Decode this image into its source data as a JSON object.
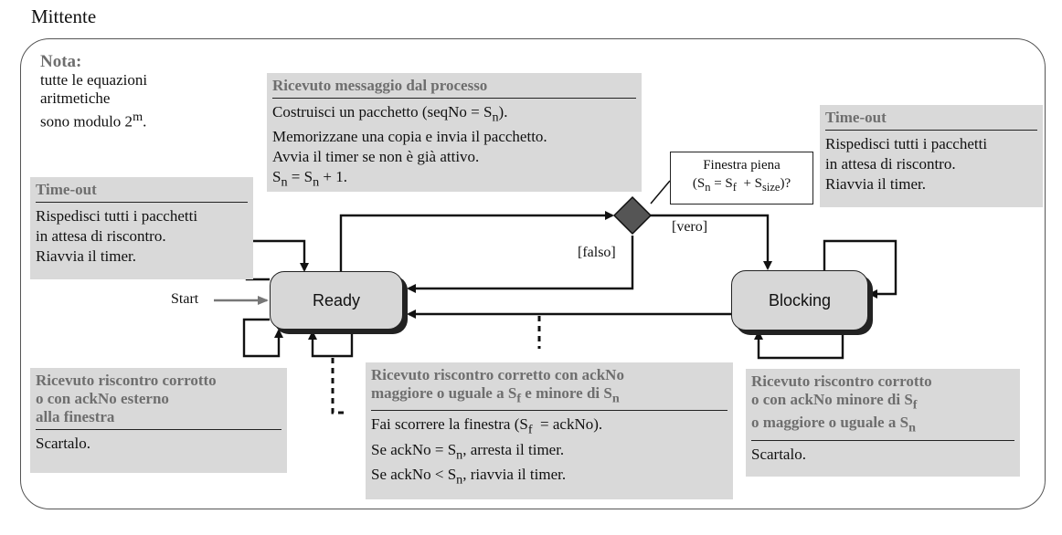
{
  "frame_title": "Mittente",
  "note": {
    "header": "Nota:",
    "lines": [
      "tutte le equazioni",
      "aritmetiche",
      "sono modulo 2<sup>m</sup>."
    ]
  },
  "box_message": {
    "header": "Ricevuto messaggio dal processo",
    "lines": [
      "Costruisci un pacchetto (seqNo = S<sub>n</sub>).",
      "Memorizzane una copia e invia il pacchetto.",
      "Avvia il timer se non è già attivo.",
      "S<sub>n</sub> = S<sub>n</sub> + 1."
    ]
  },
  "box_timeout_left": {
    "header": "Time-out",
    "lines": [
      "Rispedisci tutti i pacchetti",
      "in attesa di riscontro.",
      "Riavvia il timer."
    ]
  },
  "box_timeout_right": {
    "header": "Time-out",
    "lines": [
      "Rispedisci tutti i pacchetti",
      "in attesa di riscontro.",
      "Riavvia il timer."
    ]
  },
  "box_corrupt_left": {
    "header_lines": [
      "Ricevuto riscontro corrotto",
      "o con ackNo esterno",
      "alla finestra"
    ],
    "lines": [
      "Scartalo."
    ]
  },
  "box_correct_ack": {
    "header_lines": [
      "Ricevuto riscontro corretto con ackNo",
      "maggiore o uguale a S<sub>f</sub> e minore di S<sub>n</sub>"
    ],
    "lines": [
      "Fai scorrere la finestra (S<sub>f</sub> &nbsp;= ackNo).",
      "Se ackNo = S<sub>n</sub>, arresta il timer.",
      "Se ackNo &lt; S<sub>n</sub>, riavvia il timer."
    ]
  },
  "box_corrupt_right": {
    "header_lines": [
      "Ricevuto riscontro corrotto",
      "o con ackNo minore di S<sub>f</sub>",
      "o maggiore o uguale a S<sub>n</sub>"
    ],
    "lines": [
      "Scartalo."
    ]
  },
  "condition": {
    "lines": [
      "Finestra piena",
      "(S<sub>n</sub> = S<sub>f</sub> &nbsp;+ S<sub>size</sub>)?"
    ]
  },
  "states": {
    "ready": "Ready",
    "blocking": "Blocking"
  },
  "labels": {
    "start": "Start",
    "true": "[vero]",
    "false": "[falso]"
  }
}
